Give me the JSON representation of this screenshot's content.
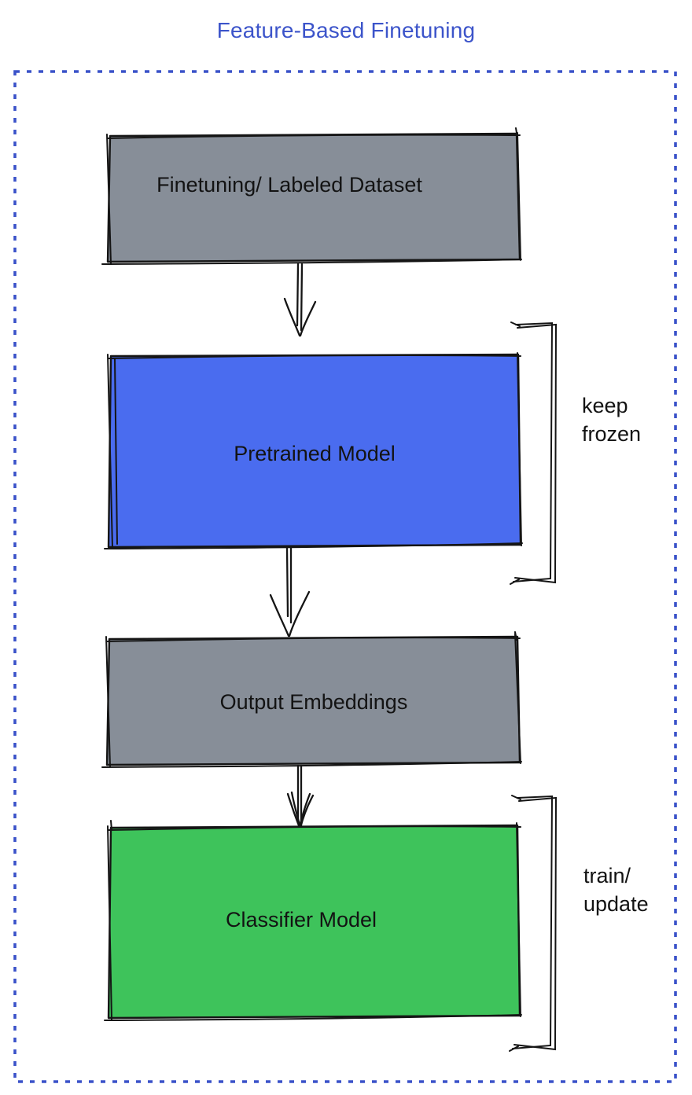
{
  "title": "Feature-Based Finetuning",
  "colors": {
    "title_blue": "#3c54ca",
    "outline_blue": "#3a52c9",
    "box_dataset": "#878e98",
    "box_pretrained": "#4a6cef",
    "box_embeddings": "#878e98",
    "box_classifier": "#3ec35b",
    "stroke_black": "#151515"
  },
  "nodes": {
    "dataset": {
      "label": "Finetuning/ Labeled Dataset"
    },
    "pretrained": {
      "label": "Pretrained Model"
    },
    "embeddings": {
      "label": "Output Embeddings"
    },
    "classifier": {
      "label": "Classifier Model"
    }
  },
  "annotations": {
    "keep_frozen": {
      "text": "keep\nfrozen",
      "target": "pretrained"
    },
    "train_update": {
      "text": "train/\nupdate",
      "target": "classifier"
    }
  },
  "flow": [
    "dataset",
    "pretrained",
    "embeddings",
    "classifier"
  ]
}
